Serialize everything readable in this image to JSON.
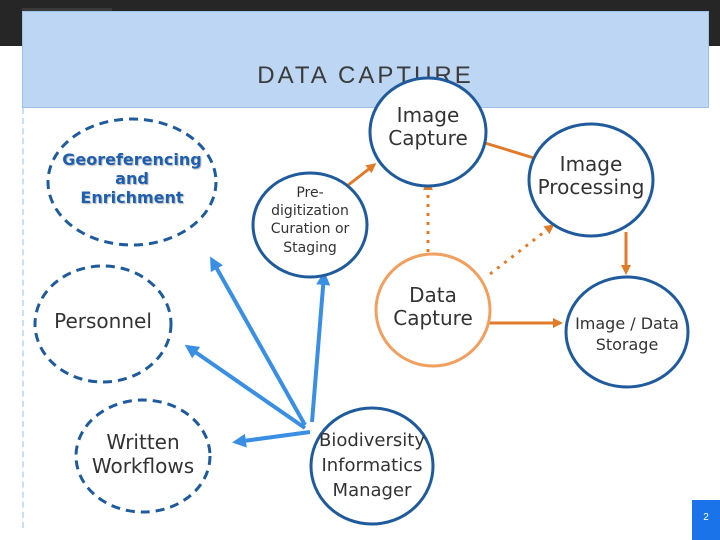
{
  "title": "DATA CAPTURE",
  "page_number": "2",
  "nodes": {
    "image_capture": "Image\nCapture",
    "image_processing": "Image\nProcessing",
    "predigitization": "Pre-\ndigitization\nCuration or\nStaging",
    "data_capture": "Data\nCapture",
    "image_data_storage": "Image / Data\nStorage",
    "georeferencing": "Georeferencing\nand\nEnrichment",
    "personnel": "Personnel",
    "written_workflows": "Written\nWorkflows",
    "biodiversity_manager": "Biodiversity\nInformatics\nManager"
  },
  "colors": {
    "accent_orange": "#e07b2a",
    "accent_blue": "#3a8fe3",
    "node_border_blue": "#1f5b9c",
    "data_capture_border": "#f0a060"
  }
}
